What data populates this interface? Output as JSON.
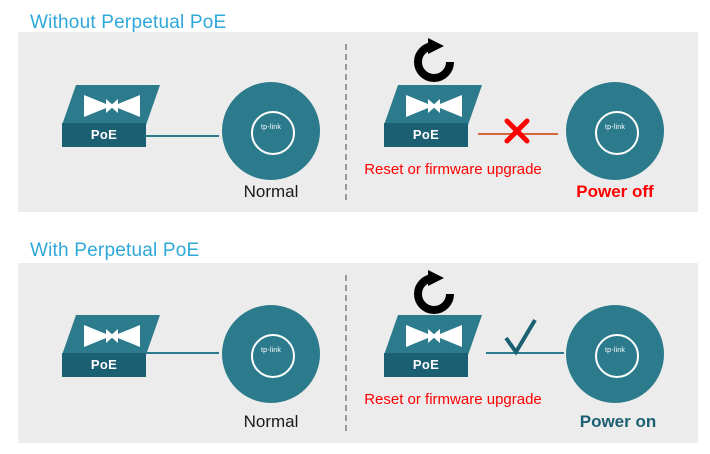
{
  "sections": [
    {
      "title": "Without Perpetual PoE",
      "left": {
        "device_label": "PoE",
        "ap_brand": "tp-link",
        "caption": "Normal"
      },
      "right": {
        "device_label": "PoE",
        "ap_brand": "tp-link",
        "action_text": "Reset or firmware upgrade",
        "status": "Power off",
        "status_color": "#ff0000",
        "marker_icon": "cross-icon"
      }
    },
    {
      "title": "With Perpetual PoE",
      "left": {
        "device_label": "PoE",
        "ap_brand": "tp-link",
        "caption": "Normal"
      },
      "right": {
        "device_label": "PoE",
        "ap_brand": "tp-link",
        "action_text": "Reset or firmware upgrade",
        "status": "Power on",
        "status_color": "#1b5f72",
        "marker_icon": "check-icon"
      }
    }
  ],
  "colors": {
    "title": "#2ea8d8",
    "panel": "#ececec",
    "teal_dark": "#1b5f72",
    "teal": "#2c7b8c",
    "red": "#ff0000"
  }
}
